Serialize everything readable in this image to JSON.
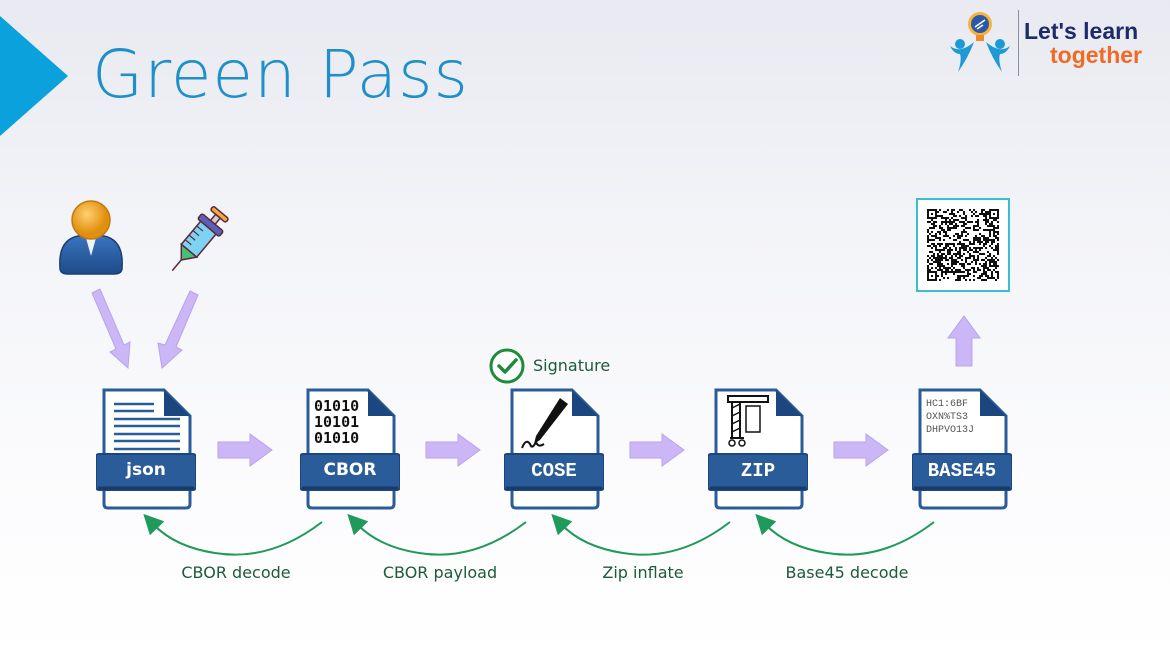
{
  "slide": {
    "title": "Green Pass",
    "accent_color": "#0aa1dd",
    "title_color": "#1f8fc9"
  },
  "logo": {
    "line1": "Let's learn",
    "line2": "together",
    "line1_color": "#1e2b6b",
    "line2_color": "#f06a25",
    "icon": "lightbulb-people-icon"
  },
  "inputs": [
    {
      "icon": "person-icon",
      "name": "Person"
    },
    {
      "icon": "syringe-icon",
      "name": "Vaccine"
    }
  ],
  "files": [
    {
      "id": "json",
      "label": "json",
      "icon": "document-lines-icon"
    },
    {
      "id": "cbor",
      "label": "CBOR",
      "icon": "binary-icon",
      "binary_lines": [
        "01010",
        "10101",
        "01010"
      ]
    },
    {
      "id": "cose",
      "label": "COSE",
      "icon": "pen-signature-icon"
    },
    {
      "id": "zip",
      "label": "ZIP",
      "icon": "compress-clamp-icon"
    },
    {
      "id": "base45",
      "label": "BASE45",
      "icon": "text-code-icon",
      "text_lines": [
        "HC1:6BF",
        "OXN%TS3",
        "DHPVO13J"
      ]
    }
  ],
  "signature": {
    "label": "Signature",
    "icon": "check-circle-icon",
    "color": "#1f8a3a"
  },
  "decode_steps": [
    {
      "label": "CBOR decode"
    },
    {
      "label": "CBOR payload"
    },
    {
      "label": "Zip inflate"
    },
    {
      "label": "Base45 decode"
    }
  ],
  "output": {
    "icon": "qr-code-icon",
    "name": "QR code"
  },
  "colors": {
    "file_blue": "#2a5c99",
    "file_dark": "#1b4680",
    "arrow_purple": "#cbb7f5",
    "curve_green": "#1f9a5a"
  }
}
